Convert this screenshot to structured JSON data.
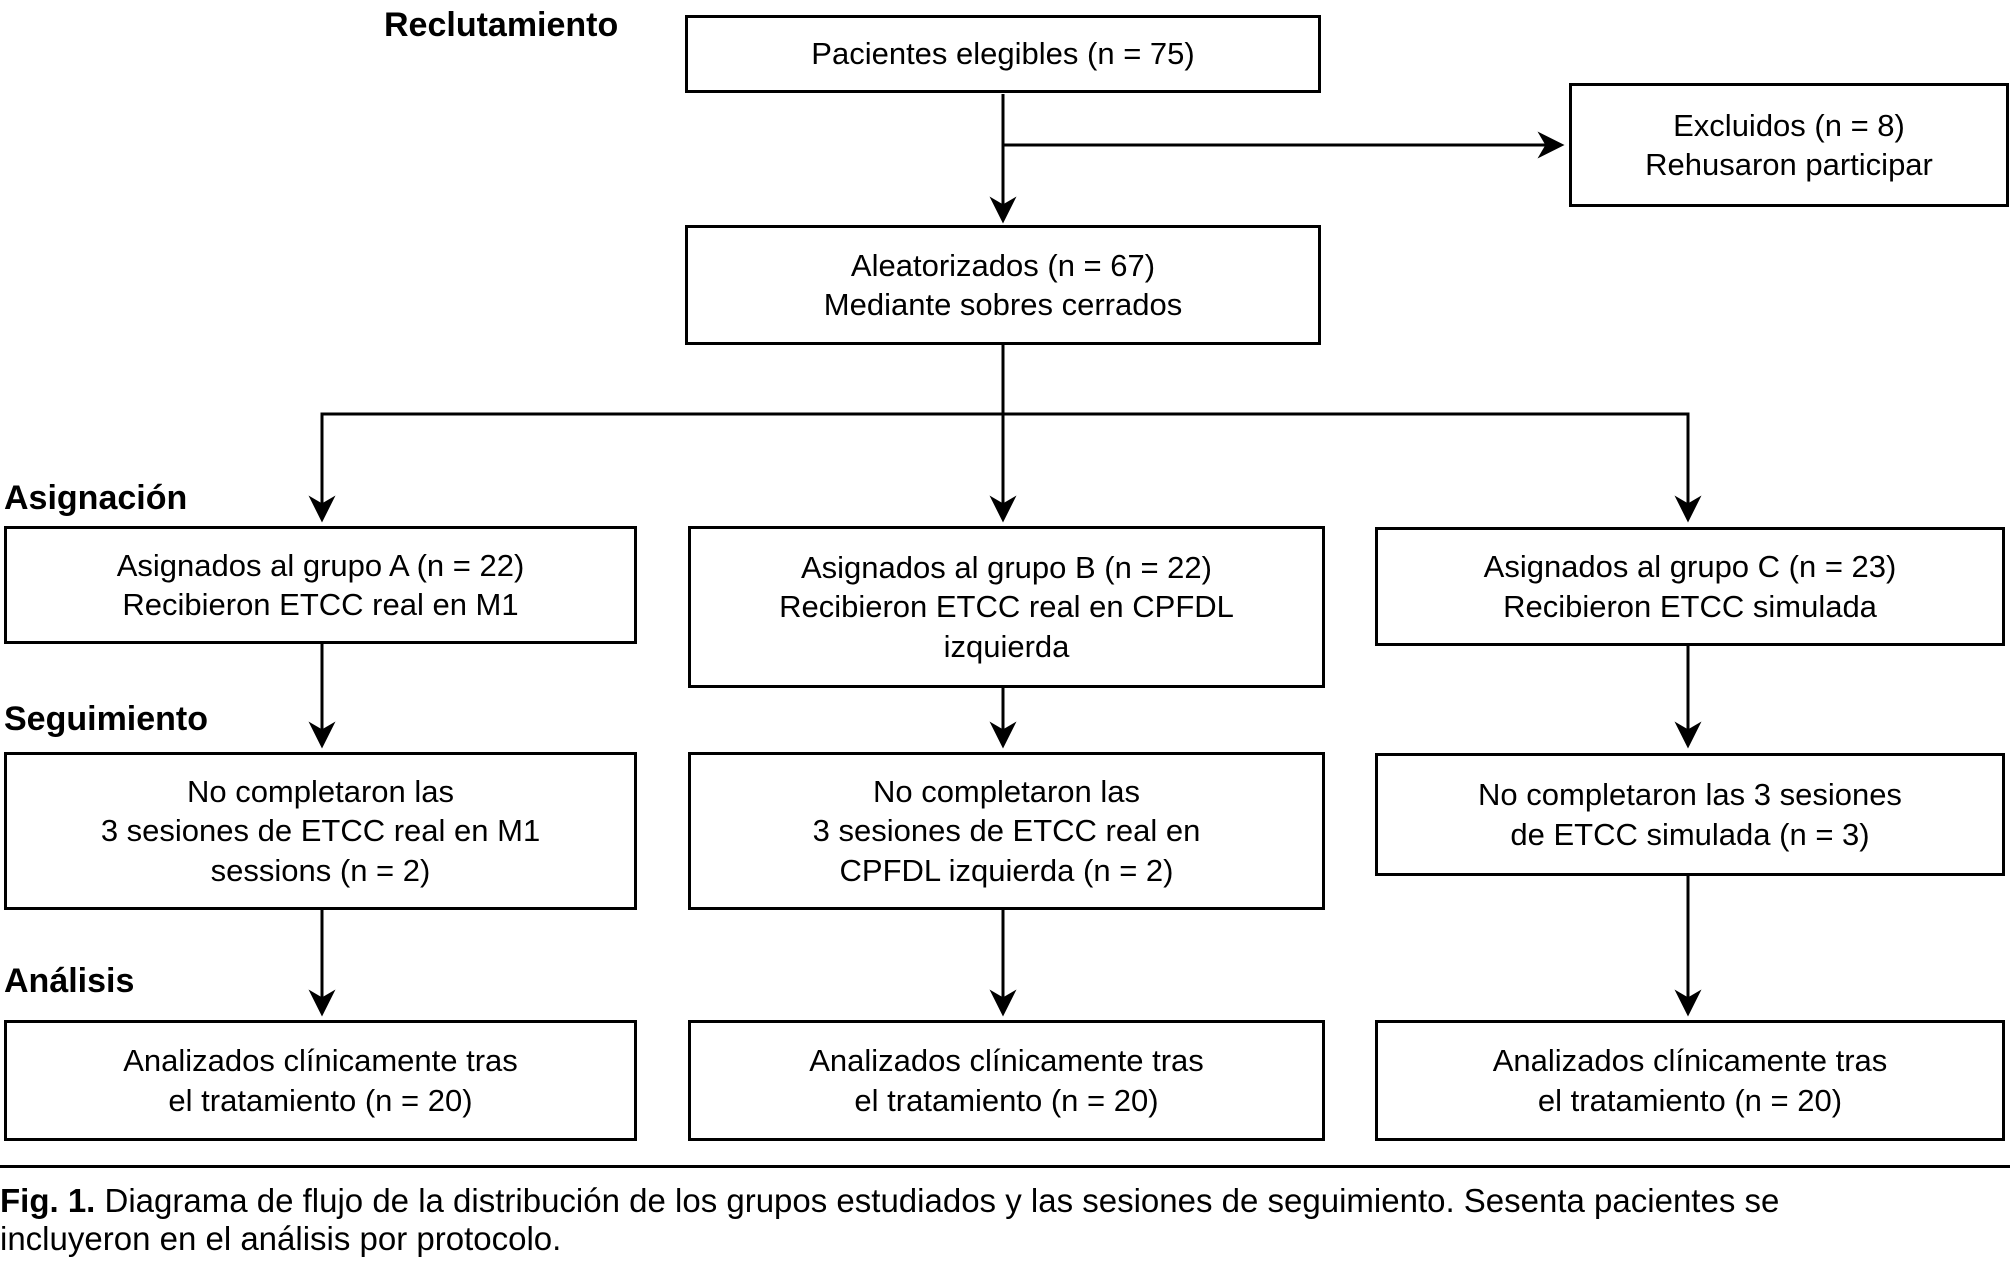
{
  "colors": {
    "ink": "#000000",
    "paper": "#ffffff"
  },
  "stage_labels": {
    "recruitment": "Reclutamiento",
    "allocation": "Asignación",
    "followup": "Seguimiento",
    "analysis": "Análisis"
  },
  "boxes": {
    "eligible": "Pacientes elegibles (n = 75)",
    "excluded": "Excluidos (n = 8)\nRehusaron participar",
    "randomized": "Aleatorizados (n = 67)\nMediante sobres cerrados",
    "group_a": "Asignados al grupo A (n = 22)\nRecibieron ETCC real en M1",
    "group_b": "Asignados al grupo B (n = 22)\nRecibieron ETCC real en CPFDL\nizquierda",
    "group_c": "Asignados al grupo C (n = 23)\nRecibieron ETCC simulada",
    "followup_a": "No completaron las\n3 sesiones de ETCC real en M1\nsessions (n = 2)",
    "followup_b": "No completaron las\n3 sesiones de ETCC real en\nCPFDL izquierda (n = 2)",
    "followup_c": "No completaron las 3 sesiones\nde ETCC simulada (n = 3)",
    "analysis_a": "Analizados clínicamente tras\nel tratamiento (n = 20)",
    "analysis_b": "Analizados clínicamente tras\nel tratamiento (n = 20)",
    "analysis_c": "Analizados clínicamente tras\nel tratamiento (n = 20)"
  },
  "caption": {
    "label": "Fig. 1.",
    "text": "Diagrama de flujo de la distribución de los grupos estudiados y las sesiones de seguimiento. Sesenta pacientes se\nincluyeron en el análisis por protocolo."
  }
}
